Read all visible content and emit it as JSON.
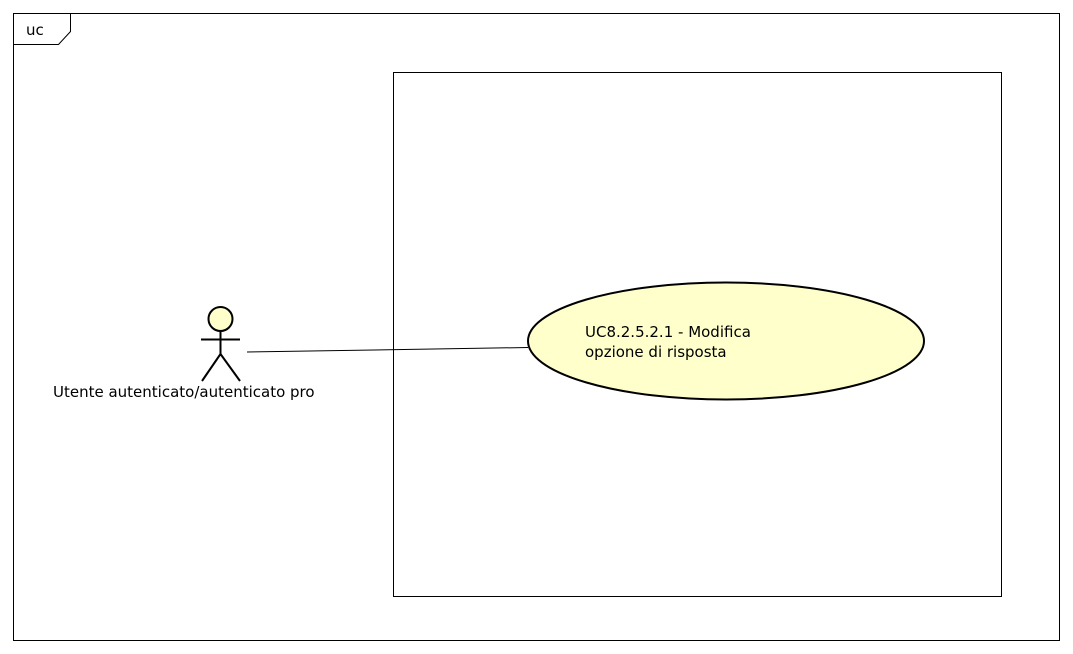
{
  "frame": {
    "tag": "uc"
  },
  "actor": {
    "name": "Utente autenticato/autenticato pro"
  },
  "use_case": {
    "lines": [
      "UC8.2.5.2.1 - Modifica",
      "opzione di risposta"
    ]
  },
  "colors": {
    "stroke": "#000000",
    "fill_usecase": "#ffffcc",
    "fill_actor": "#ffffcc",
    "background": "#ffffff"
  }
}
